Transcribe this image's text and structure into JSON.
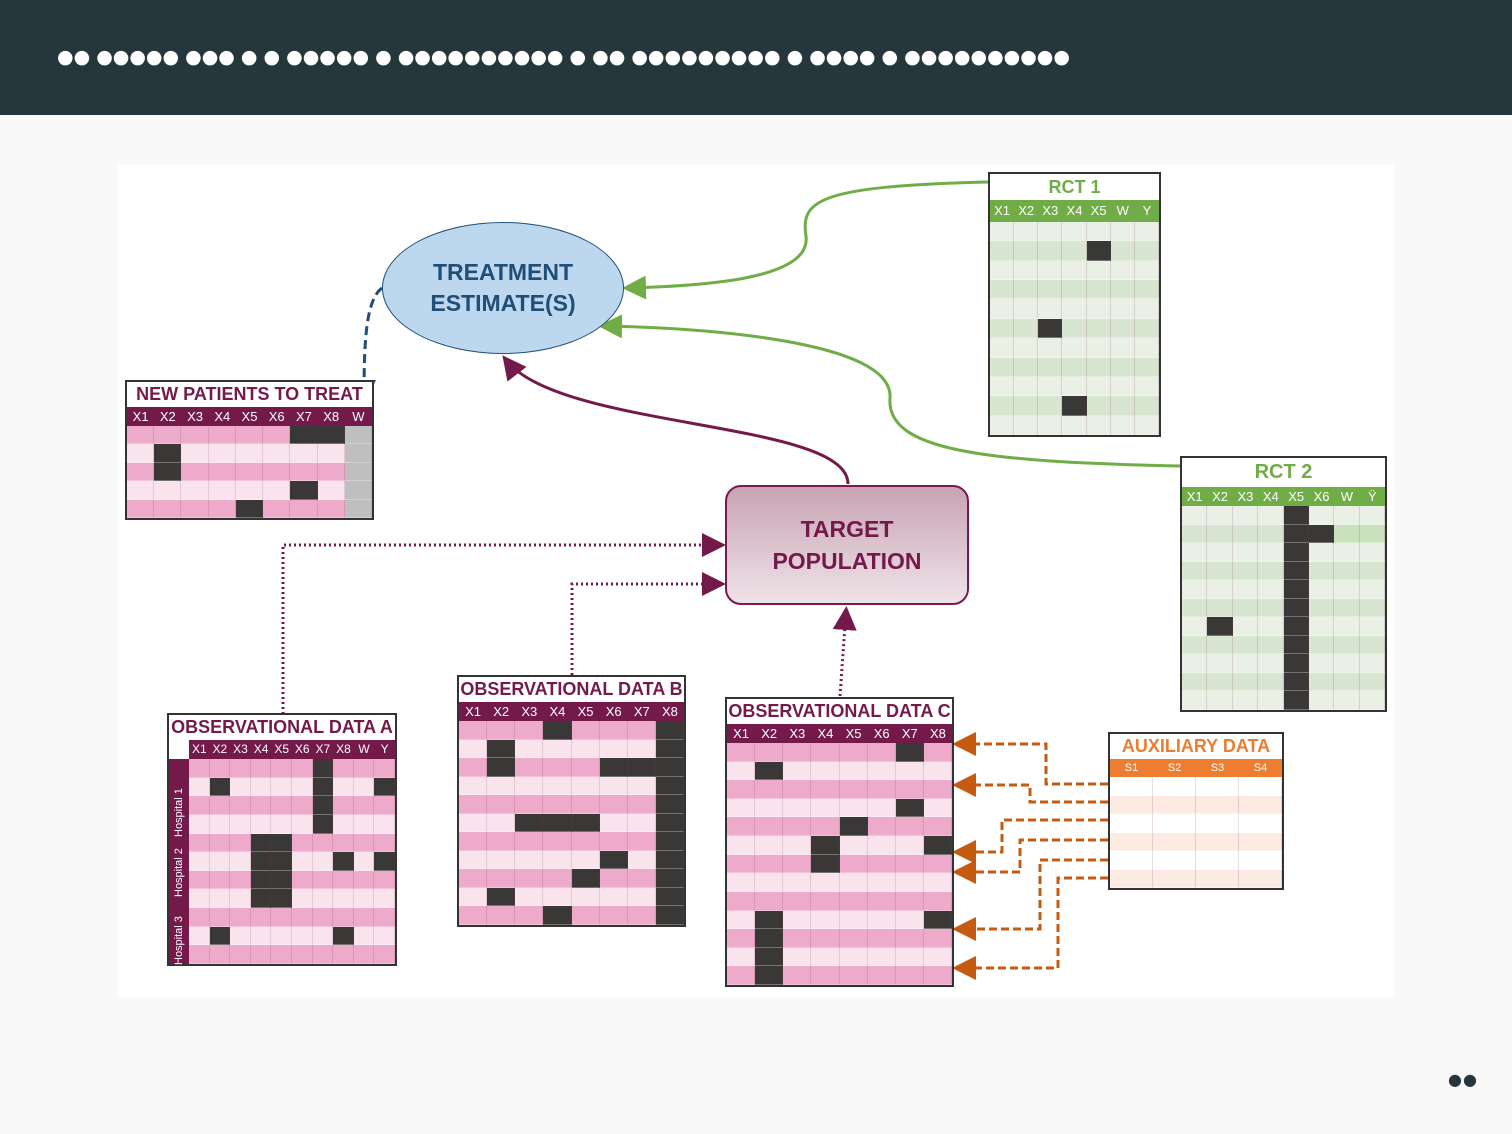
{
  "header": {
    "title_redacted": "●● ●●●●● ●●● ● ●  ●●●●● ●  ●●●●●●●●●● ●   ●● ●●●●●●●●● ●  ●●●● ●  ●●●●●●●●●●"
  },
  "footer": {
    "page_number_redacted": "●●"
  },
  "colors": {
    "topbar": "#25373d",
    "purple": "#741a4b",
    "green": "#70ad47",
    "orange": "#ed7d31",
    "blue": "#1f4e79",
    "ellipse_fill": "#bdd7ee"
  },
  "nodes": {
    "treatment": {
      "line1": "TREATMENT",
      "line2": "ESTIMATE(S)"
    },
    "target": {
      "line1": "TARGET",
      "line2": "POPULATION"
    }
  },
  "tables": {
    "new_patients": {
      "title": "NEW PATIENTS TO TREAT",
      "columns": [
        "X1",
        "X2",
        "X3",
        "X4",
        "X5",
        "X6",
        "X7",
        "X8",
        "W"
      ],
      "rows": [
        "aaaaaaddg",
        "bdbbbbbbg",
        "adaaaaaag",
        "bbbbbbdbg",
        "aaaadaaag"
      ]
    },
    "obs_a": {
      "title": "OBSERVATIONAL DATA A",
      "columns": [
        "X1",
        "X2",
        "X3",
        "X4",
        "X5",
        "X6",
        "X7",
        "X8",
        "W",
        "Y"
      ],
      "groups": [
        "Hospital 1",
        "Hospital 2",
        "Hospital 3"
      ],
      "rows": [
        "aaaaaadaaa",
        "bdbbbbdbbd",
        "aaaaaadaaa",
        "bbbbbbdbbb",
        "aaaddaaaaa",
        "bbbddbbdbd",
        "aaaddaaaaa",
        "bbbddbbbbb",
        "aaaaaaaaaa",
        "bdbbbbbdbb",
        "aaaaaaaaaa"
      ]
    },
    "obs_b": {
      "title": "OBSERVATIONAL DATA B",
      "columns": [
        "X1",
        "X2",
        "X3",
        "X4",
        "X5",
        "X6",
        "X7",
        "X8"
      ],
      "rows": [
        "aaadaaad",
        "bdbbbbbd",
        "adaaaddd",
        "bbbbbbbd",
        "aaaaaaad",
        "bbdddbbd",
        "aaaaaaad",
        "bbbbbdbd",
        "aaaadaad",
        "bdbbbbbd",
        "aaadaaad"
      ]
    },
    "obs_c": {
      "title": "OBSERVATIONAL DATA C",
      "columns": [
        "X1",
        "X2",
        "X3",
        "X4",
        "X5",
        "X6",
        "X7",
        "X8"
      ],
      "rows": [
        "aaaaaada",
        "bdbbbbbb",
        "aaaaaaaa",
        "bbbbbbdb",
        "aaaadaaa",
        "bbbdbbbd",
        "aaadaaaa",
        "bbbbbbbb",
        "aaaaaaaa",
        "bdbbbbbd",
        "adaaaaaa",
        "bdbbbbbb",
        "adaaaaaa"
      ]
    },
    "rct1": {
      "title": "RCT 1",
      "columns": [
        "X1",
        "X2",
        "X3",
        "X4",
        "X5",
        "W",
        "Y"
      ],
      "rows": [
        "xxxxxxx",
        "yyyydyy",
        "xxxxxxx",
        "yyyyyyy",
        "xxxxxxx",
        "yydyyyy",
        "xxxxxxx",
        "yyyyyyy",
        "xxxxxxx",
        "yyydyyy",
        "xxxxxxx"
      ]
    },
    "rct2": {
      "title": "RCT 2",
      "columns": [
        "X1",
        "X2",
        "X3",
        "X4",
        "X5",
        "X6",
        "W",
        "Ÿ"
      ],
      "rows": [
        "xxxxdxxx",
        "yyyyddzz",
        "xxxxdxxx",
        "yyyydyyy",
        "xxxxdxxx",
        "yyyydyyy",
        "xdxxdxxx",
        "yyyydyyy",
        "xxxxdxxx",
        "yyyydyyy",
        "xxxxdxxx"
      ]
    },
    "aux": {
      "title": "AUXILIARY DATA",
      "columns": [
        "S1",
        "S2",
        "S3",
        "S4"
      ],
      "rows": [
        "pppp",
        "qqqq",
        "pppp",
        "qqqq",
        "pppp",
        "qqqq"
      ]
    }
  }
}
